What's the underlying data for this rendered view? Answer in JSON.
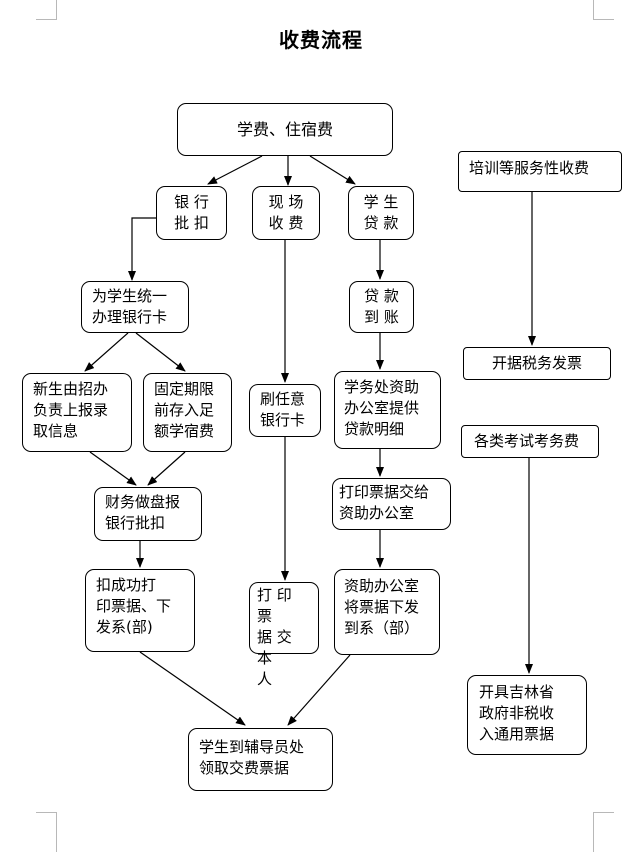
{
  "title": "收费流程",
  "nodes": {
    "tuition": "学费、住宿费",
    "bank_deduct": "银 行\n批 扣",
    "onsite": "现 场\n收 费",
    "loan": "学 生\n贷 款",
    "unify_card": "为学生统一\n办理银行卡",
    "new_students": "新生由招办\n负责上报录\n取信息",
    "fixed_deposit": "固定期限\n前存入足\n额学宿费",
    "finance_disk": "财务做盘报\n银行批扣",
    "deduct_success": "扣成功打\n印票据、下\n发系(部)",
    "swipe_card": "刷任意\n银行卡",
    "print_receipt": "打 印 票\n据 交 本\n人",
    "loan_arrive": "贷 款\n到 账",
    "aid_office": "学务处资助\n办公室提供\n贷款明细",
    "print_to_aid": "打印票据交给\n资助办公室",
    "aid_distribute": "资助办公室\n将票据下发\n到系（部）",
    "student_collect": "学生到辅导员处\n领取交费票据",
    "training": "培训等服务性收费",
    "tax_invoice": "开据税务发票",
    "exam_fees": "各类考试考务费",
    "jilin_receipt": "开具吉林省\n政府非税收\n入通用票据"
  }
}
